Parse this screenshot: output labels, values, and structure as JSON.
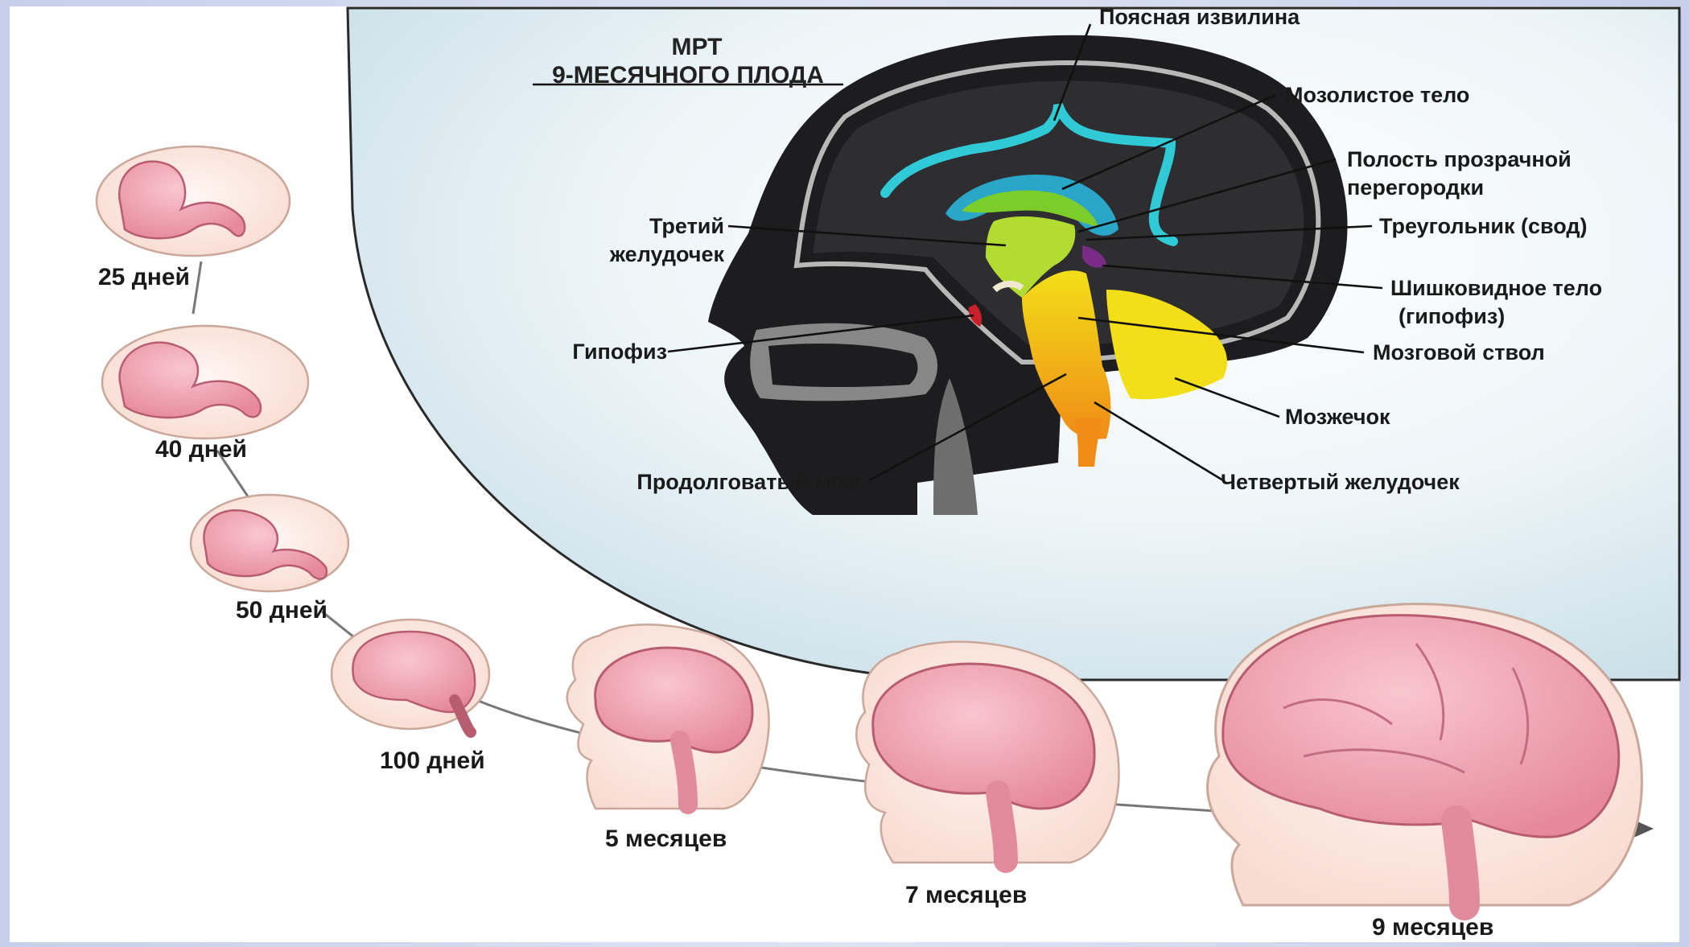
{
  "title": {
    "line1": "МРТ",
    "line2": "9-МЕСЯЧНОГО ПЛОДА"
  },
  "structures": {
    "cingulate": "Поясная извилина",
    "corpus_callosum": "Мозолистое тело",
    "septum_line1": "Полость прозрачной",
    "septum_line2": "перегородки",
    "fornix": "Треугольник (свод)",
    "pineal_line1": "Шишковидное тело",
    "pineal_line2": "(гипофиз)",
    "brainstem": "Мозговой ствол",
    "cerebellum": "Мозжечок",
    "fourth_ventricle": "Четвертый желудочек",
    "medulla": "Продолговатый мозг",
    "pituitary": "Гипофиз",
    "third_ventricle_line1": "Третий",
    "third_ventricle_line2": "желудочек"
  },
  "stages": [
    "25 дней",
    "40 дней",
    "50 дней",
    "100 дней",
    "5 месяцев",
    "7 месяцев",
    "9 месяцев"
  ],
  "colors": {
    "page_frame": "#c8d2ec",
    "mri_dark": "#1d1d1f",
    "mri_gray": "#8a8a8a",
    "cingulate_cyan": "#30c9d6",
    "callosum_green": "#7ccc2a",
    "third_ventricle_green": "#b2dc32",
    "brainstem_yellow": "#f2df18",
    "medulla_orange": "#f29a18",
    "pineal_purple": "#7a2b85",
    "pituitary_red": "#c8202a",
    "brain_pink": "#f2a8b4",
    "brain_outline": "#b85d70",
    "fetus_skin": "#fbe6de",
    "arrow": "#555"
  }
}
